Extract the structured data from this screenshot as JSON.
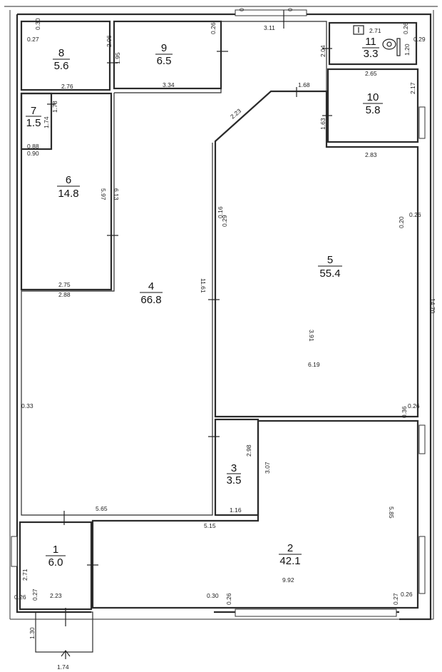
{
  "rooms": [
    {
      "id": "8",
      "number": "8",
      "area": "5.6"
    },
    {
      "id": "9",
      "number": "9",
      "area": "6.5"
    },
    {
      "id": "11",
      "number": "11",
      "area": "3.3"
    },
    {
      "id": "10",
      "number": "10",
      "area": "5.8"
    },
    {
      "id": "7",
      "number": "7",
      "area": "1.5"
    },
    {
      "id": "6",
      "number": "6",
      "area": "14.8"
    },
    {
      "id": "4",
      "number": "4",
      "area": "66.8"
    },
    {
      "id": "5",
      "number": "5",
      "area": "55.4"
    },
    {
      "id": "3",
      "number": "3",
      "area": "3.5"
    },
    {
      "id": "1",
      "number": "1",
      "area": "6.0"
    },
    {
      "id": "2",
      "number": "2",
      "area": "42.1"
    }
  ],
  "dimensions": {
    "d_0_top_a": "0",
    "d_0_top_b": "0",
    "d_311": "3.11",
    "d_030_a": "0.30",
    "d_027_8": "0.27",
    "d_206": "2.06",
    "d_195": "1.95",
    "d_026_9": "0.26",
    "d_204": "2.04",
    "d_271_11": "2.71",
    "d_026_11": "0.26",
    "d_029_11": "0.29",
    "d_120": "1.20",
    "d_276": "2.76",
    "d_334": "3.34",
    "d_265": "2.65",
    "d_217": "2.17",
    "d_168": "1.68",
    "d_223": "2.23",
    "d_178": "1.78",
    "d_174_7": "1.74",
    "d_088": "0.88",
    "d_090": "0.90",
    "d_163": "1.63",
    "d_283": "2.83",
    "d_597": "5.97",
    "d_613": "6.13",
    "d_016": "0.16",
    "d_029_5": "0.29",
    "d_020": "0.20",
    "d_026_5": "0.26",
    "d_275": "2.75",
    "d_288": "2.88",
    "d_1161": "11.61",
    "d_1470": "14.70",
    "d_391": "3.91",
    "d_619": "6.19",
    "d_033": "0.33",
    "d_036": "0.36",
    "d_026_5b": "0.26",
    "d_298": "2.98",
    "d_307": "3.07",
    "d_565": "5.65",
    "d_116": "1.16",
    "d_515": "5.15",
    "d_585": "5.85",
    "d_271_1": "2.71",
    "d_026_1": "0.26",
    "d_027_1": "0.27",
    "d_223_1": "2.23",
    "d_030_2": "0.30",
    "d_026_2a": "0.26",
    "d_992": "9.92",
    "d_027_2": "0.27",
    "d_026_2b": "0.26",
    "d_130": "1.30",
    "d_174_b": "1.74"
  }
}
